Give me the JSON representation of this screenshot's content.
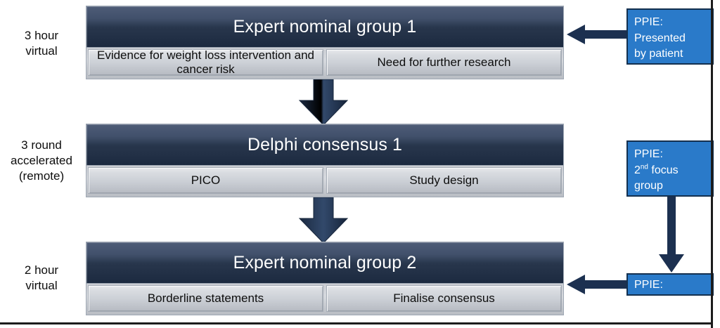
{
  "diagram": {
    "title": "Study process flow: expert nominal groups, Delphi consensus and PPIE involvement",
    "colors": {
      "header_dark": "#1c2a40",
      "header_light": "#4e5c77",
      "cell_grey": "#ccd0d6",
      "ppie_blue": "#2a7ac9",
      "ppie_border": "#14304f",
      "arrow_navy": "#1c3050",
      "frame": "#1c1c1c",
      "text_dark": "#0d0d0d",
      "text_light": "#ffffff"
    },
    "stages": [
      {
        "id": "stage-1",
        "side_label": "3 hour\nvirtual",
        "side_label_line1": "3 hour",
        "side_label_line2": "virtual",
        "side_label_line3": "",
        "header": "Expert nominal group 1",
        "cells": [
          "Evidence for weight loss intervention and cancer risk",
          "Need for further research"
        ]
      },
      {
        "id": "stage-2",
        "side_label_line1": "3 round",
        "side_label_line2": "accelerated",
        "side_label_line3": "(remote)",
        "header": "Delphi consensus 1",
        "cells": [
          "PICO",
          "Study design"
        ]
      },
      {
        "id": "stage-3",
        "side_label_line1": "2 hour",
        "side_label_line2": "virtual",
        "side_label_line3": "",
        "header": "Expert nominal group 2",
        "cells": [
          "Borderline statements",
          "Finalise consensus"
        ]
      }
    ],
    "ppie": [
      {
        "id": "ppie-1",
        "line1": "PPIE:",
        "line2": "Presented",
        "line3": "by patient",
        "sup": ""
      },
      {
        "id": "ppie-2",
        "line1": "PPIE:",
        "line2_pre": "2",
        "line2_sup": "nd",
        "line2_post": " focus",
        "line3": "group",
        "sup": "nd"
      },
      {
        "id": "ppie-3",
        "line1": "PPIE:",
        "line2": "",
        "line3": "",
        "sup": ""
      }
    ],
    "connectors": [
      {
        "id": "arrow-stage1-to-stage2",
        "type": "down-arrow",
        "from": "stage-1",
        "to": "stage-2"
      },
      {
        "id": "arrow-stage2-to-stage3",
        "type": "down-arrow",
        "from": "stage-2",
        "to": "stage-3"
      },
      {
        "id": "arrow-ppie1-to-stage1",
        "type": "left-arrow",
        "from": "ppie-1",
        "to": "stage-1"
      },
      {
        "id": "arrow-ppie2-to-ppie3",
        "type": "down-arrow-thin",
        "from": "ppie-2",
        "to": "ppie-3"
      },
      {
        "id": "arrow-ppie3-to-stage3",
        "type": "left-arrow",
        "from": "ppie-3",
        "to": "stage-3"
      }
    ]
  }
}
